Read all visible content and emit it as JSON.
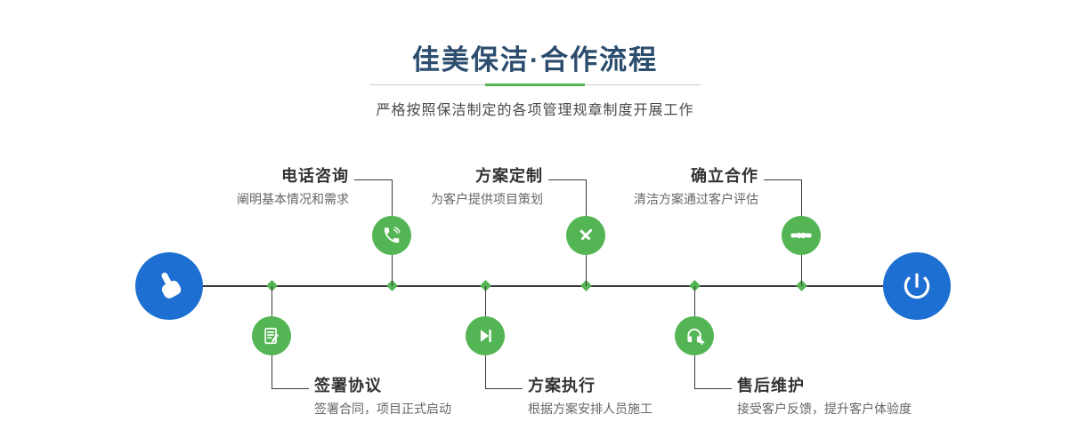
{
  "header": {
    "title": "佳美保洁·合作流程",
    "subtitle": "严格按照保洁制定的各项管理规章制度开展工作"
  },
  "colors": {
    "title": "#2c4d6e",
    "green": "#53b553",
    "blue": "#1d6fd2",
    "line": "#3a3a3a",
    "label": "#333333",
    "desc": "#666666",
    "dividergray": "#cccccc"
  },
  "flow": {
    "start_icon": "pointer-hand-icon",
    "end_icon": "power-icon",
    "top_steps": [
      {
        "label": "电话咨询",
        "desc": "阐明基本情况和需求",
        "icon": "phone-icon"
      },
      {
        "label": "方案定制",
        "desc": "为客户提供项目策划",
        "icon": "design-icon"
      },
      {
        "label": "确立合作",
        "desc": "清洁方案通过客户评估",
        "icon": "handshake-icon"
      }
    ],
    "bottom_steps": [
      {
        "label": "签署协议",
        "desc": "签署合同，项目正式启动",
        "icon": "contract-icon"
      },
      {
        "label": "方案执行",
        "desc": "根据方案安排人员施工",
        "icon": "execute-icon"
      },
      {
        "label": "售后维护",
        "desc": "接受客户反馈，提升客户体验度",
        "icon": "headset-icon"
      }
    ]
  }
}
